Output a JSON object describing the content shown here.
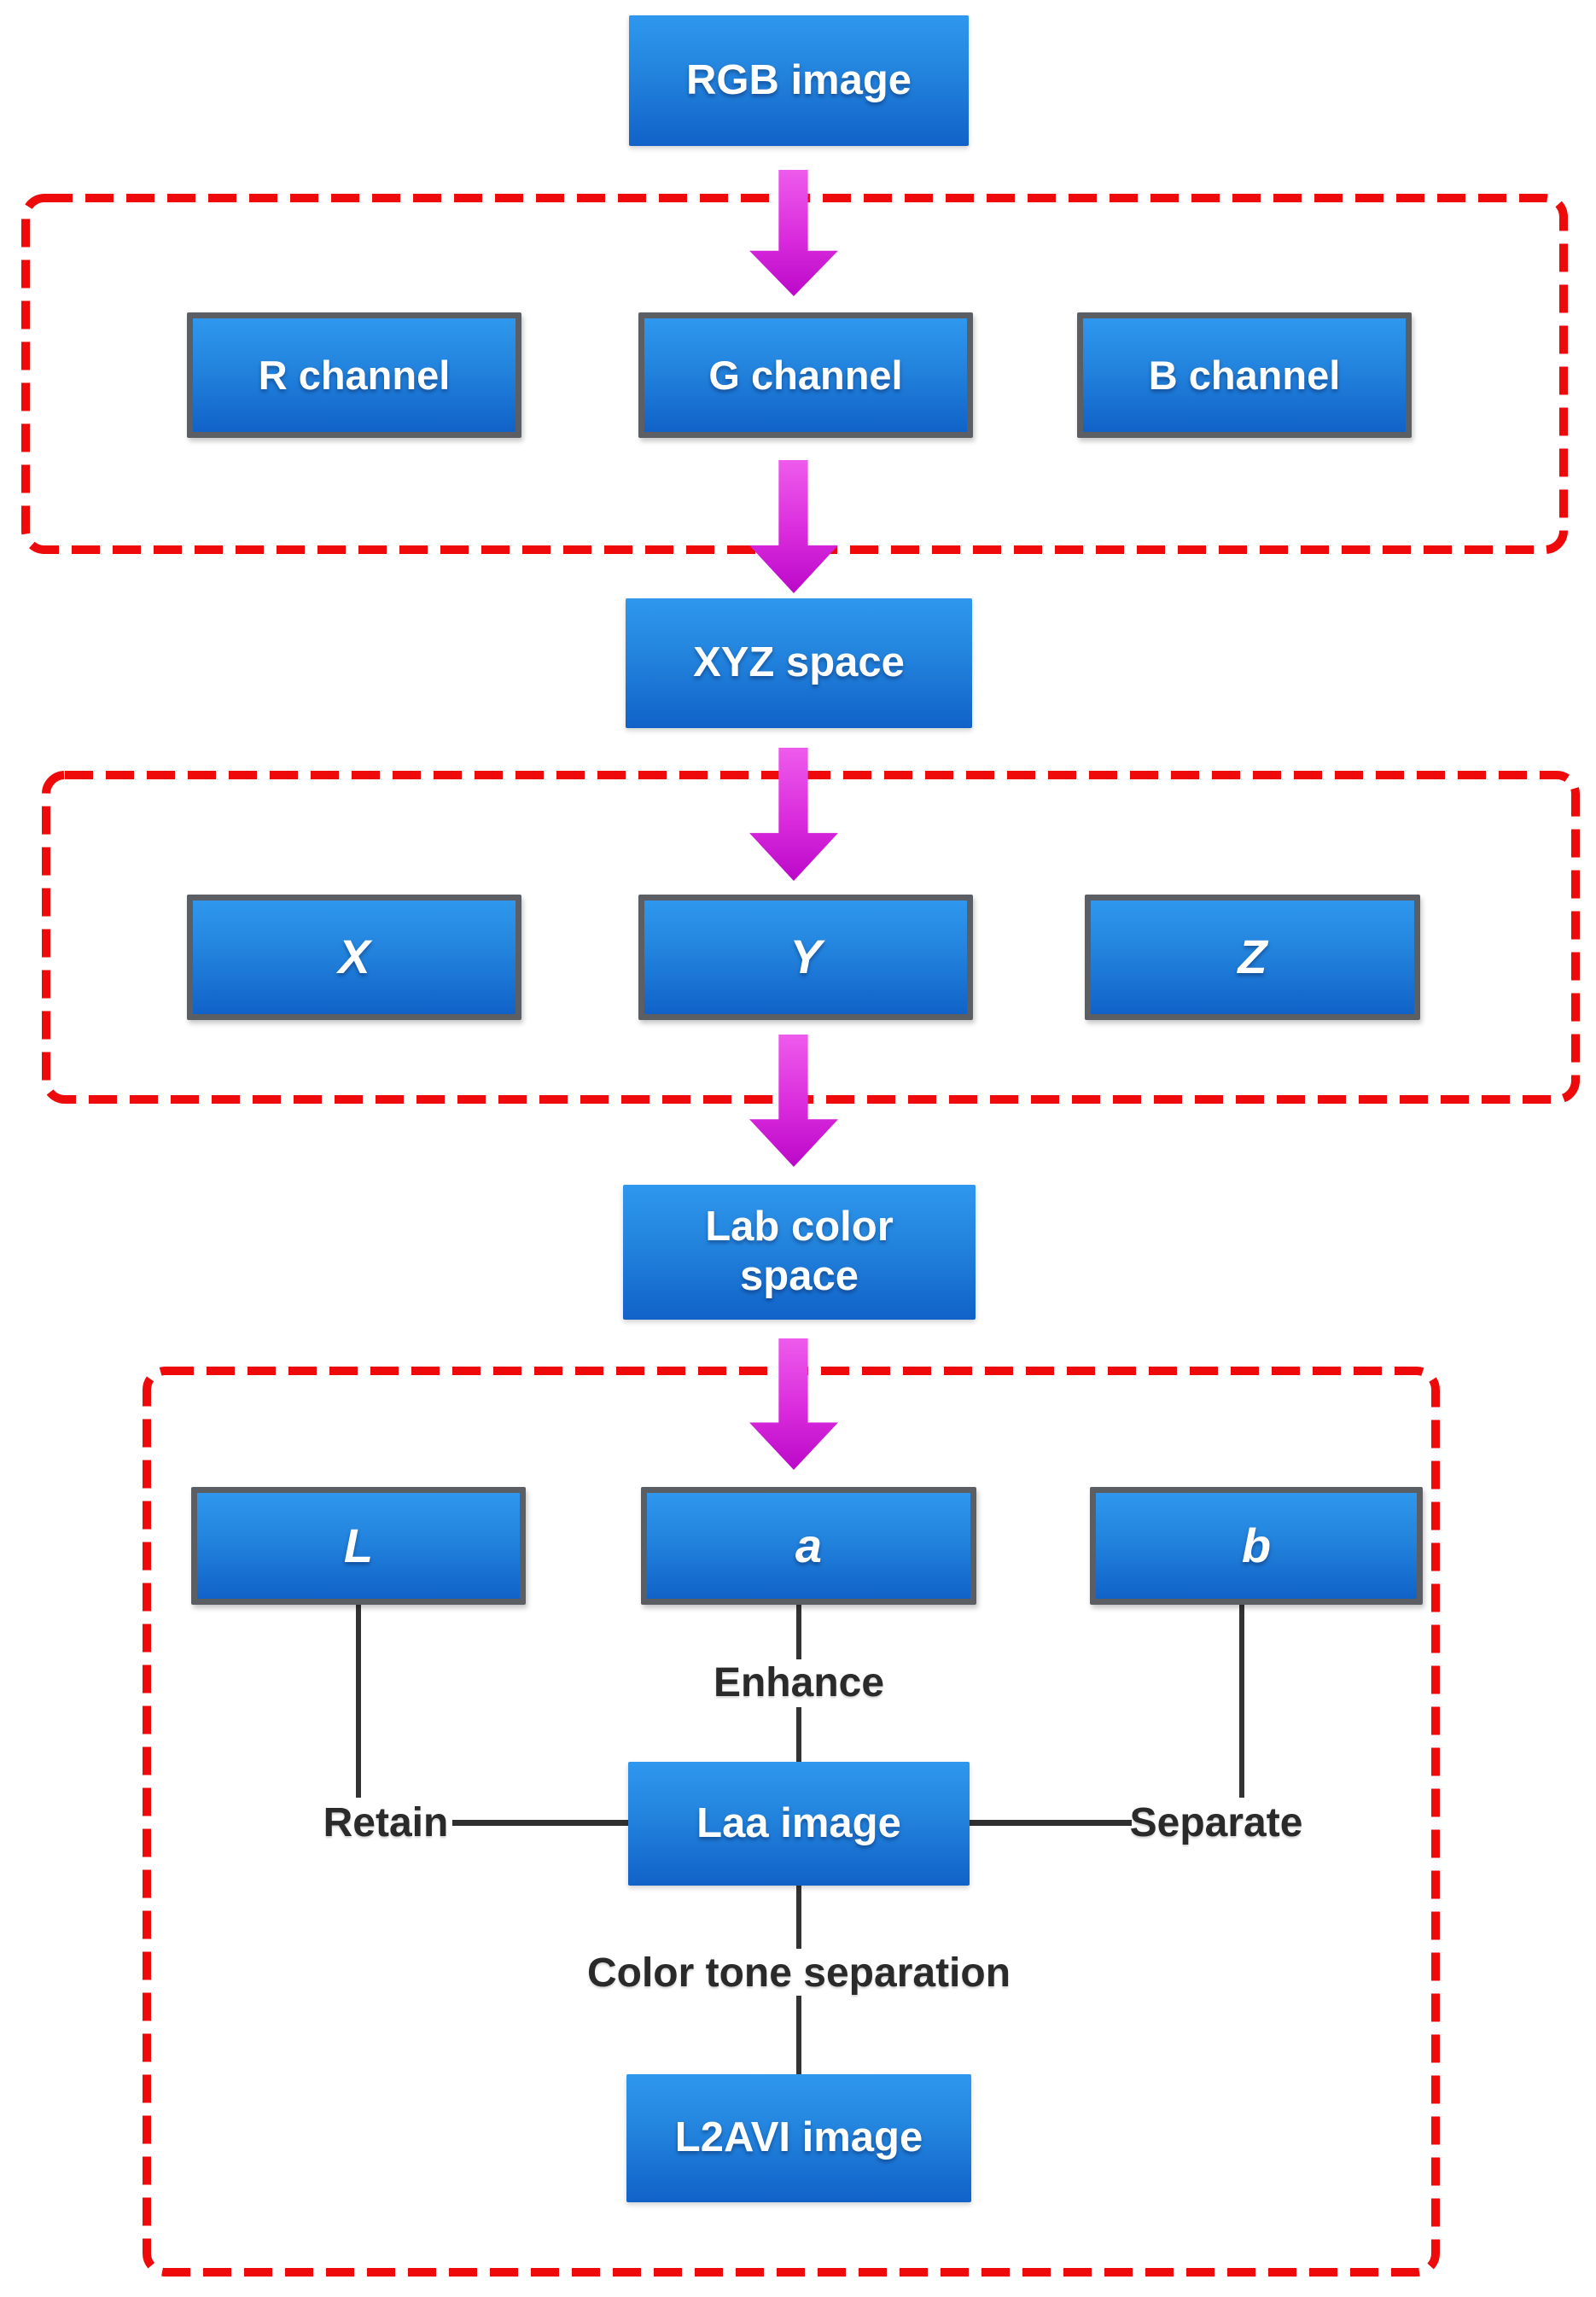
{
  "palette": {
    "box_blue_top": "#2F97EE",
    "box_blue_bottom": "#1162C8",
    "box_border_gray": "#5B5E62",
    "arrow_magenta_top": "#EE5BEC",
    "arrow_magenta_bottom": "#BB08C9",
    "dashed_red": "#EE0A0A",
    "connector_dark": "#333333",
    "edge_label_text": "#2A2A2A",
    "box_text": "#FFFFFF"
  },
  "nodes": {
    "rgb_image": {
      "label": "RGB image"
    },
    "r_channel": {
      "label": "R channel"
    },
    "g_channel": {
      "label": "G channel"
    },
    "b_channel": {
      "label": "B channel"
    },
    "xyz_space": {
      "label": "XYZ space"
    },
    "x_component": {
      "label": "X"
    },
    "y_component": {
      "label": "Y"
    },
    "z_component": {
      "label": "Z"
    },
    "lab_color_space": {
      "label": "Lab color space"
    },
    "l_component": {
      "label": "L"
    },
    "a_component": {
      "label": "a"
    },
    "b_component": {
      "label": "b"
    },
    "laa_image": {
      "label": "Laa image"
    },
    "l2avi_image": {
      "label": "L2AVI image"
    }
  },
  "edge_labels": {
    "enhance": "Enhance",
    "retain": "Retain",
    "separate": "Separate",
    "color_tone_separation": "Color tone separation"
  }
}
